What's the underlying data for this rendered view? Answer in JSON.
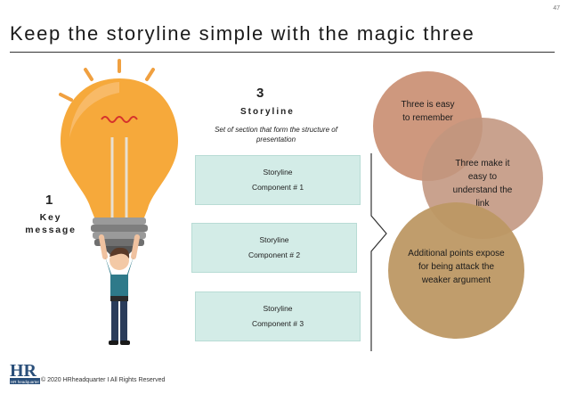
{
  "page_number": "47",
  "title": "Keep the storyline simple with the magic three",
  "key": {
    "number": "1",
    "label": "Key message"
  },
  "storyline": {
    "number": "3",
    "title": "Storyline",
    "description": "Set of section that form the structure of presentation",
    "components": [
      {
        "line1": "Storyline",
        "line2": "Component # 1"
      },
      {
        "line1": "Storyline",
        "line2": "Component # 2"
      },
      {
        "line1": "Storyline",
        "line2": "Component # 3"
      }
    ]
  },
  "circles": [
    {
      "text": "Three is easy to remember",
      "color": "#c98d70"
    },
    {
      "text": "Three make it easy to understand the link",
      "color": "#c1957e"
    },
    {
      "text": "Additional points expose for being attack the weaker argument",
      "color": "#bd9864"
    }
  ],
  "footer": {
    "logo_text": "HR headquarter",
    "copyright": "© 2020 HRheadquarter I All Rights Reserved"
  },
  "colors": {
    "component_fill": "#d3ece7",
    "bulb": "#f6a93b",
    "rays": "#f0a040"
  }
}
